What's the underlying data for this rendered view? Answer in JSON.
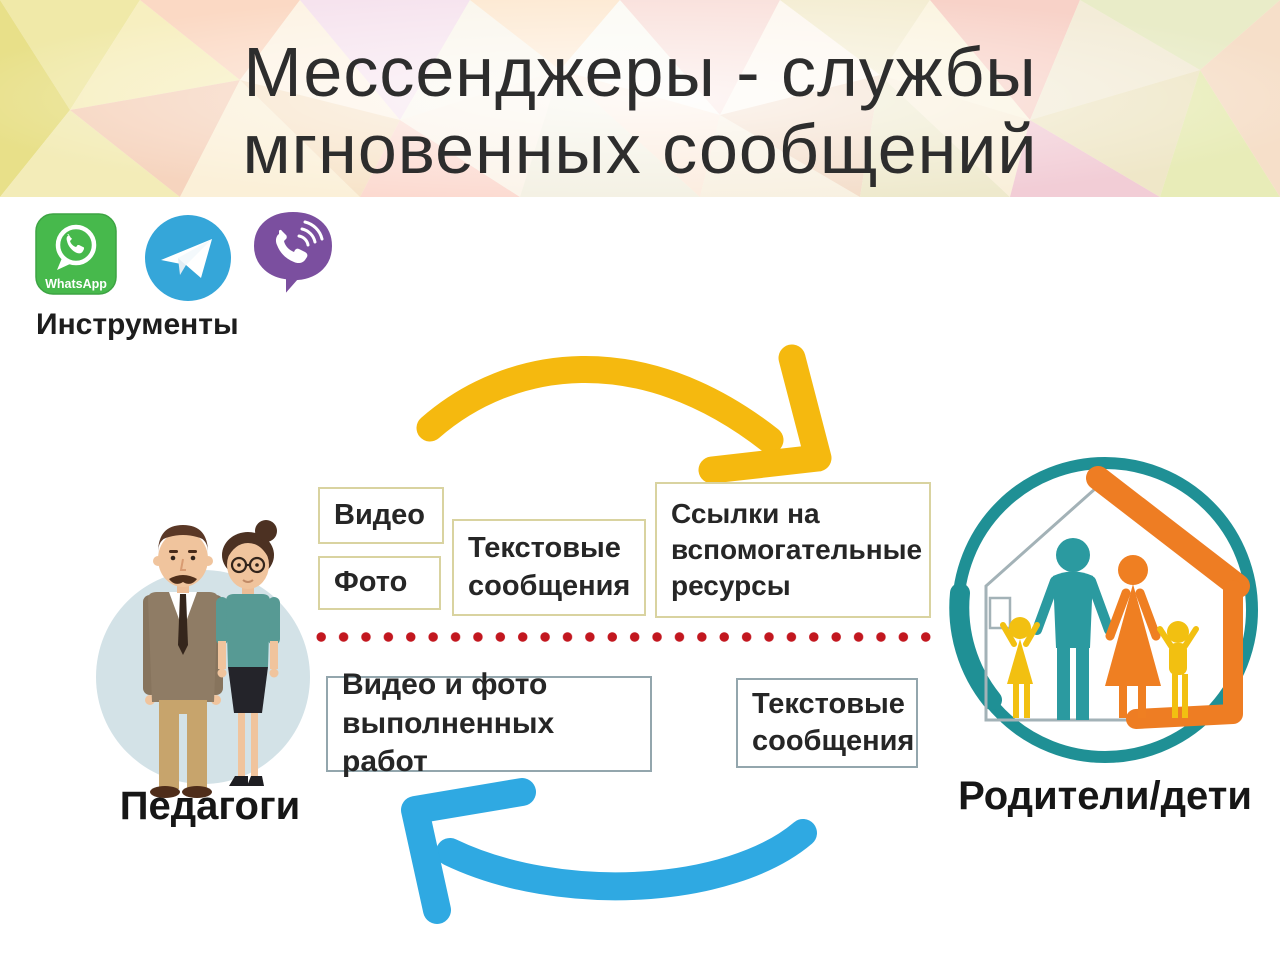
{
  "slide": {
    "title": "Мессенджеры - службы мгновенных сообщений"
  },
  "tools": {
    "label": "Инструменты",
    "apps": [
      {
        "name": "WhatsApp",
        "icon": "whatsapp-icon",
        "color": "#47B94C",
        "badge_text": "WhatsApp"
      },
      {
        "name": "Telegram",
        "icon": "telegram-icon",
        "color": "#35A6D9"
      },
      {
        "name": "Viber",
        "icon": "viber-icon",
        "color": "#7B4F9F"
      }
    ]
  },
  "diagram": {
    "teachers_to_parents": {
      "video": "Видео",
      "photo": "Фото",
      "text_messages": "Текстовые сообщения",
      "links": "Ссылки на вспомогательные ресурсы"
    },
    "parents_to_teachers": {
      "video_photo_works": "Видео и фото выполненных работ",
      "text_messages": "Текстовые сообщения"
    },
    "left_actor": "Педагоги",
    "right_actor": "Родители/дети",
    "colors": {
      "top_arrow": "#F5B90F",
      "bottom_arrow": "#2FA9E2",
      "divider_dots": "#C2171F",
      "top_box_border": "#D9D3A0",
      "bottom_box_border": "#93A6AD",
      "teachers_circle": "#D3E2E7",
      "family_circle": "#1F9095",
      "family_father": "#2B9AA0",
      "family_mother": "#EF7F22",
      "family_children": "#F2C011",
      "house_roof": "#EE7D23"
    }
  }
}
